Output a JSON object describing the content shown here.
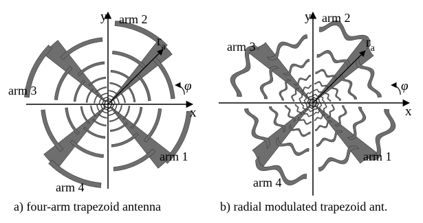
{
  "colors": {
    "metal": "#6e6e6e",
    "outline": "#3a3a3a",
    "axis": "#000000",
    "background": "#ffffff"
  },
  "panel_a": {
    "y_label": "y",
    "x_label": "x",
    "radius_label": "r",
    "radius_subscript": "a",
    "angle_label": "φ",
    "arms": [
      "arm 1",
      "arm 2",
      "arm 3",
      "arm 4"
    ],
    "caption": "a) four-arm trapezoid antenna"
  },
  "panel_b": {
    "y_label": "y",
    "x_label": "x",
    "radius_label": "r",
    "radius_subscript": "a",
    "angle_label": "φ",
    "arms": [
      "arm 1",
      "arm 2",
      "arm 3",
      "arm 4"
    ],
    "caption": "b) radial modulated trapezoid ant."
  }
}
